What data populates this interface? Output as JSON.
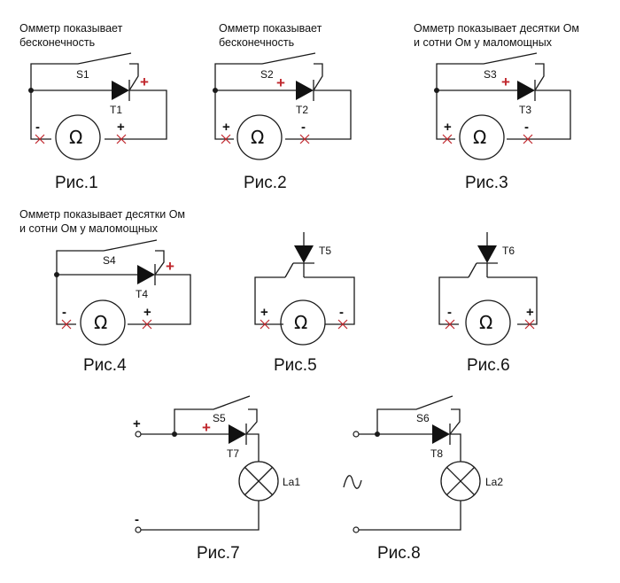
{
  "colors": {
    "wire": "#1a1a1a",
    "accent": "#c0272d"
  },
  "notes": {
    "infinite": [
      "Омметр показывает",
      "бесконечность"
    ],
    "tens": [
      "Омметр показывает   десятки Ом",
      "и сотни Ом у маломощных"
    ]
  },
  "symbols": {
    "omega": "Ω",
    "plus": "+",
    "minus": "-",
    "ac": "∿"
  },
  "figures": [
    {
      "caption": "Рис.1",
      "switch": "S1",
      "device": "T1"
    },
    {
      "caption": "Рис.2",
      "switch": "S2",
      "device": "T2"
    },
    {
      "caption": "Рис.3",
      "switch": "S3",
      "device": "T3"
    },
    {
      "caption": "Рис.4",
      "switch": "S4",
      "device": "T4"
    },
    {
      "caption": "Рис.5",
      "device": "T5"
    },
    {
      "caption": "Рис.6",
      "device": "T6"
    },
    {
      "caption": "Рис.7",
      "switch": "S5",
      "device": "T7",
      "lamp": "La1"
    },
    {
      "caption": "Рис.8",
      "switch": "S6",
      "device": "T8",
      "lamp": "La2"
    }
  ]
}
